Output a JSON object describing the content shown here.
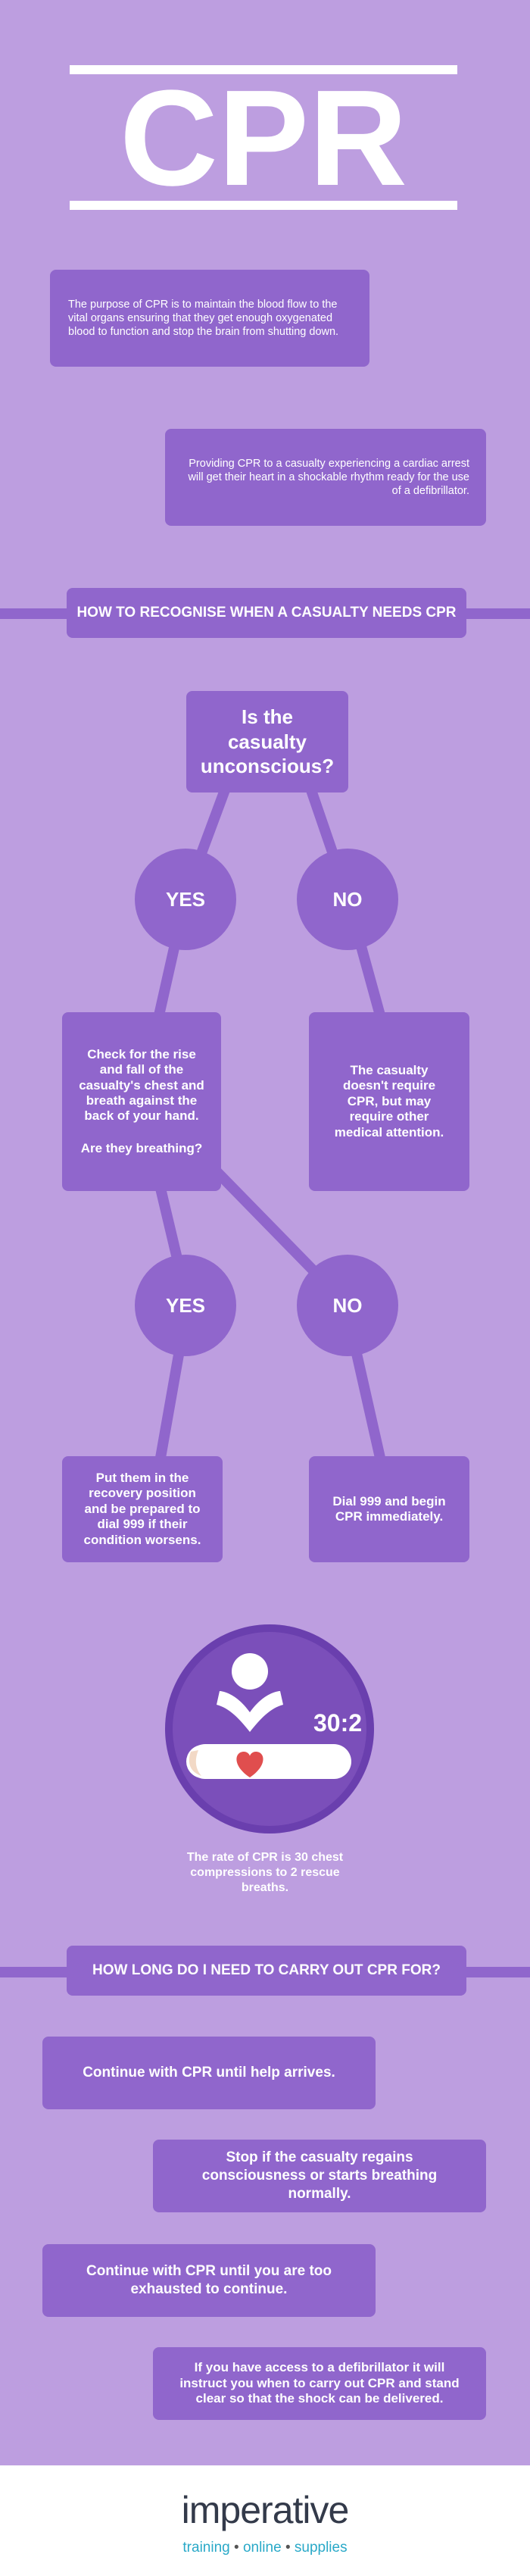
{
  "title": "CPR",
  "intro": [
    "The purpose of CPR is to maintain the blood flow to the vital organs ensuring that they get enough oxygenated blood to function and stop the brain from shutting down.",
    "Providing CPR to a casualty experiencing a cardiac arrest will get their heart in a shockable rhythm ready for the use of a defibrillator."
  ],
  "section1": {
    "heading": "HOW TO RECOGNISE WHEN A CASUALTY NEEDS CPR"
  },
  "flow": {
    "question": "Is the casualty unconscious?",
    "yes1": "YES",
    "no1": "NO",
    "check_text": "Check for the rise and fall of the casualty's chest and breath against the back of your hand.",
    "check_question": "Are they breathing?",
    "no_cpr_text": "The casualty doesn't require CPR, but may require other medical attention.",
    "yes2": "YES",
    "no2": "NO",
    "recovery_text": "Put them in the recovery position and be prepared to dial 999 if their condition worsens.",
    "dial_text": "Dial 999 and begin CPR immediately."
  },
  "ratio": {
    "label": "30:2",
    "caption": "The rate of CPR is 30 chest compressions to 2 rescue breaths.",
    "colors": {
      "circle": "#7b4fba",
      "ring": "#6a3fae",
      "heart": "#e04e4e"
    }
  },
  "section2": {
    "heading": "HOW LONG DO I NEED TO CARRY OUT CPR FOR?"
  },
  "duration": [
    "Continue with CPR until help arrives.",
    "Stop if the casualty regains consciousness or starts breathing normally.",
    "Continue with CPR until you are too exhausted to continue.",
    "If you have access to a defibrillator it will instruct you when to carry out CPR and stand clear so that the shock can be delivered."
  ],
  "brand": {
    "name": "imperative",
    "tagline_parts": [
      "training",
      "online",
      "supplies"
    ],
    "colors": {
      "name": "#333a4a",
      "tagline": "#2aa9c8",
      "dot": "#555"
    }
  }
}
